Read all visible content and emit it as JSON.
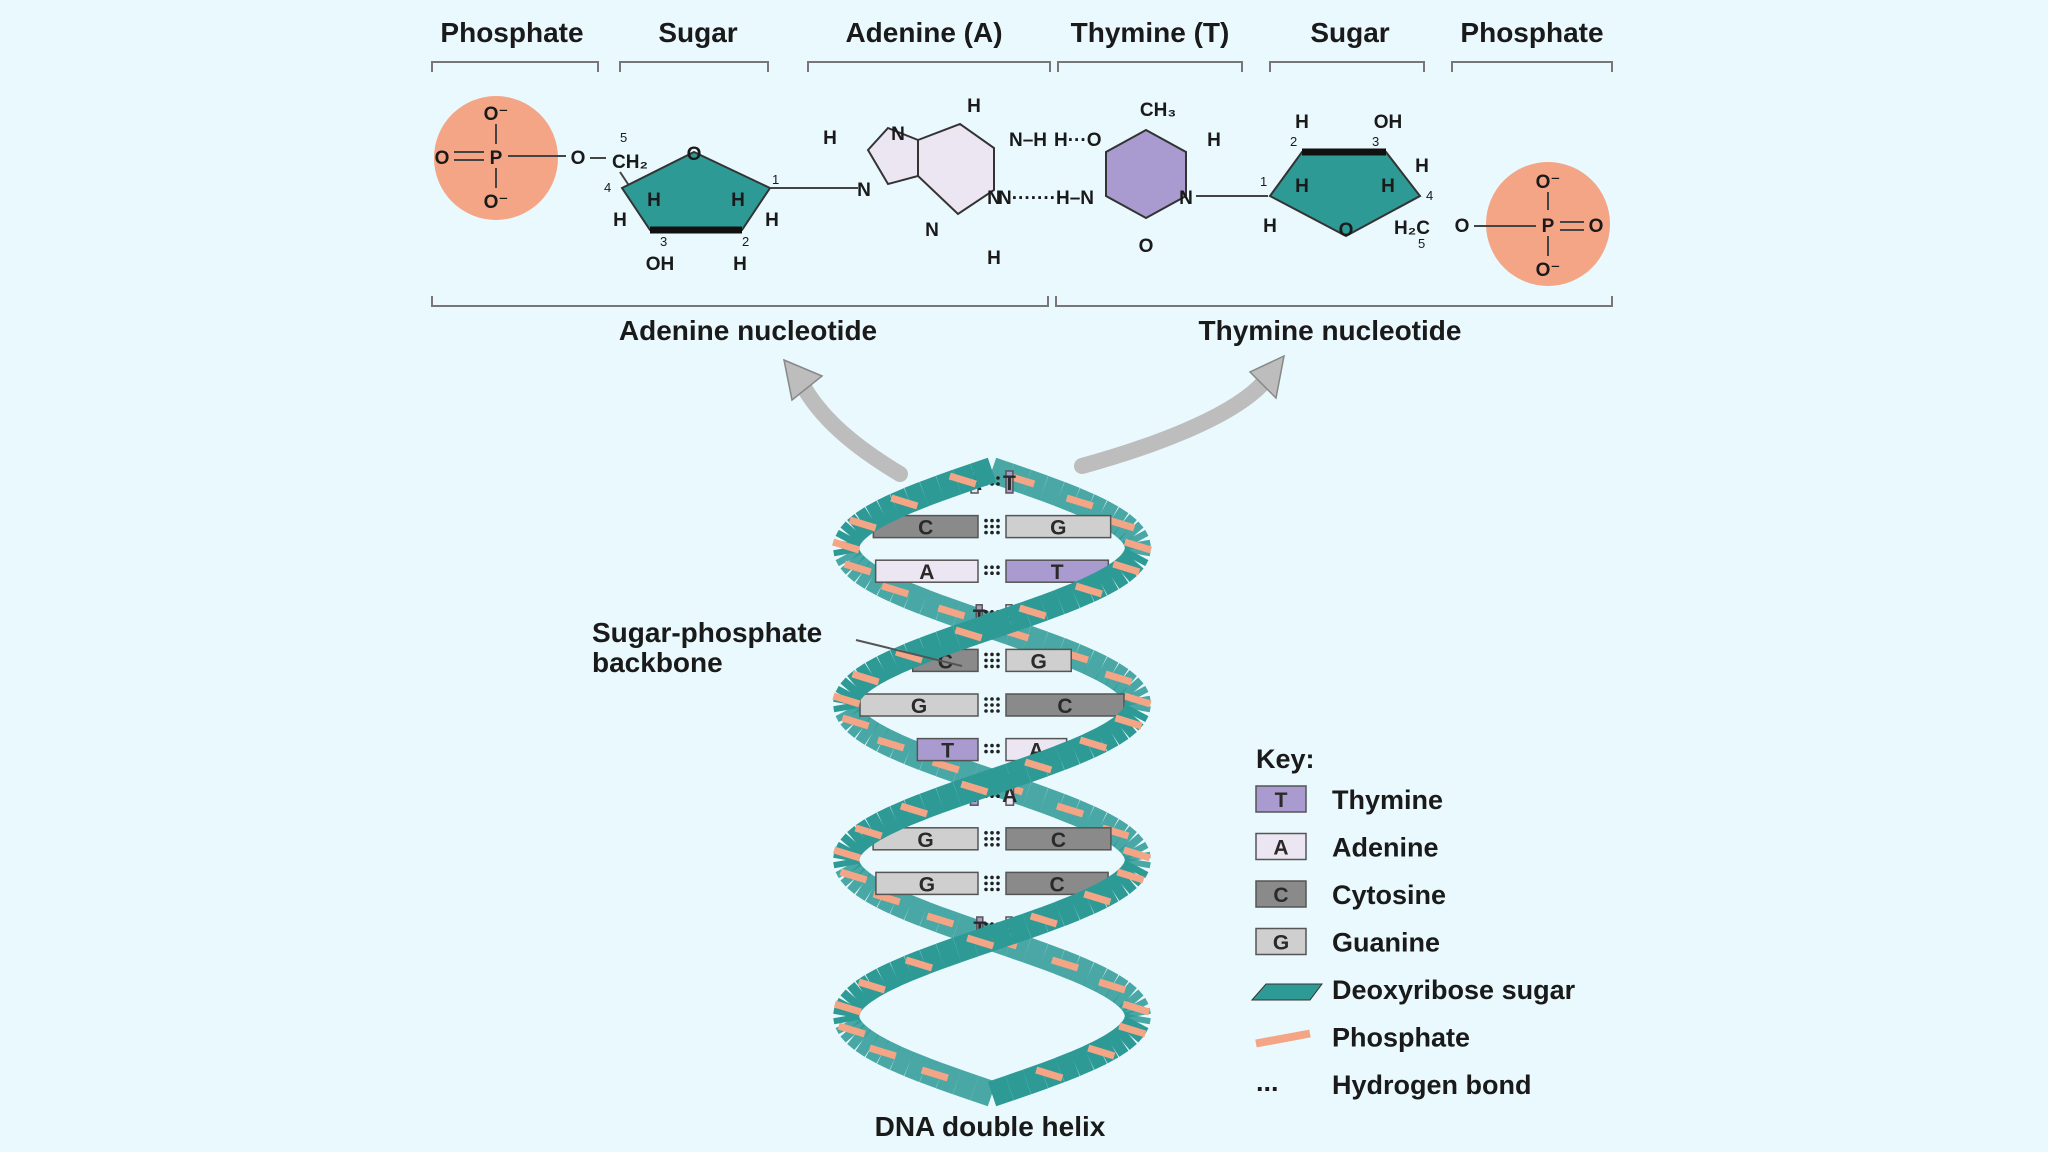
{
  "headers": {
    "phosphate_left": "Phosphate",
    "sugar_left": "Sugar",
    "adenine": "Adenine (A)",
    "thymine": "Thymine (T)",
    "sugar_right": "Sugar",
    "phosphate_right": "Phosphate"
  },
  "nucleotides": {
    "adenine": "Adenine nucleotide",
    "thymine": "Thymine nucleotide"
  },
  "atoms": {
    "O": "O",
    "O_minus": "O⁻",
    "P": "P",
    "N": "N",
    "H": "H",
    "OH": "OH",
    "CH2": "CH₂",
    "H2C": "H₂C",
    "CH3": "CH₃",
    "NH": "N–H",
    "H_dots_O": "H···O",
    "N_dots_H": "N·······H–N"
  },
  "ring_numbers": [
    "1",
    "2",
    "3",
    "4",
    "5"
  ],
  "backbone_label": [
    "Sugar-phosphate",
    "backbone"
  ],
  "helix_title": "DNA double helix",
  "base_pairs": [
    {
      "left": "A",
      "right": "T"
    },
    {
      "left": "C",
      "right": "G"
    },
    {
      "left": "A",
      "right": "T"
    },
    {
      "left": "T",
      "right": "A"
    },
    {
      "left": "C",
      "right": "G"
    },
    {
      "left": "G",
      "right": "C"
    },
    {
      "left": "T",
      "right": "A"
    },
    {
      "left": "T",
      "right": "A"
    },
    {
      "left": "G",
      "right": "C"
    },
    {
      "left": "G",
      "right": "C"
    },
    {
      "left": "T",
      "right": "A"
    }
  ],
  "key": {
    "title": "Key:",
    "items": [
      {
        "letter": "T",
        "label": "Thymine"
      },
      {
        "letter": "A",
        "label": "Adenine"
      },
      {
        "letter": "C",
        "label": "Cytosine"
      },
      {
        "letter": "G",
        "label": "Guanine"
      },
      {
        "letter": "",
        "label": "Deoxyribose sugar"
      },
      {
        "letter": "",
        "label": "Phosphate"
      },
      {
        "letter": "...",
        "label": "Hydrogen bond"
      }
    ]
  },
  "colors": {
    "background": "#e9f9fd",
    "sugar": "#2e9a96",
    "phosphate": "#f4a585",
    "thymine": "#a99ad0",
    "adenine": "#ece6f2",
    "cytosine": "#8a8a8a",
    "guanine": "#cfcfcf",
    "arrow": "#bdbdbd"
  }
}
